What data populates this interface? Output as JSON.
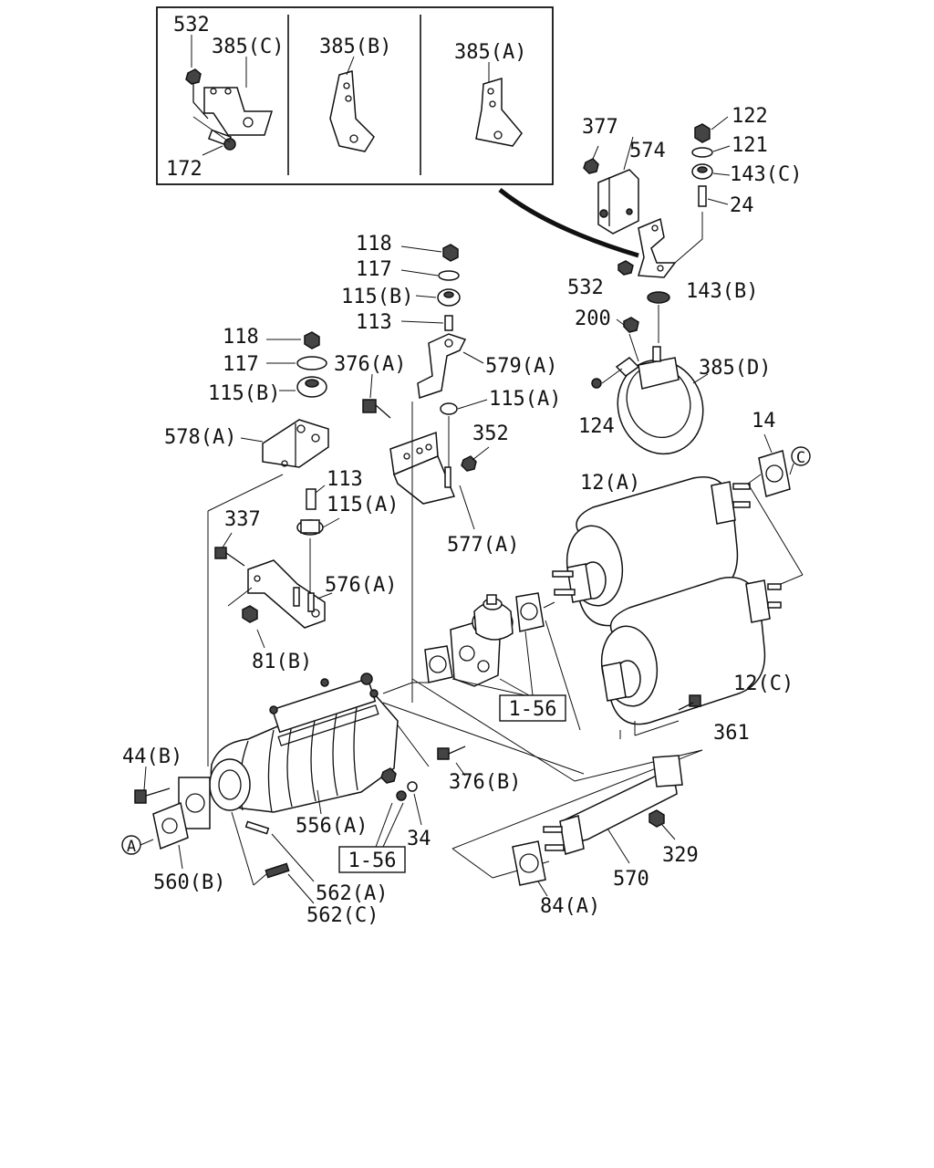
{
  "labels": {
    "l532_top": "532",
    "l385c": "385(C)",
    "l385b": "385(B)",
    "l385a": "385(A)",
    "l172": "172",
    "l377": "377",
    "l574": "574",
    "l122": "122",
    "l121": "121",
    "l143c": "143(C)",
    "l24": "24",
    "l532_mid": "532",
    "l143b": "143(B)",
    "l200": "200",
    "l385d": "385(D)",
    "l124": "124",
    "l118_a": "118",
    "l117_a": "117",
    "l115b_a": "115(B)",
    "l113_a": "113",
    "l579a": "579(A)",
    "l376a": "376(A)",
    "l115a_a": "115(A)",
    "l352": "352",
    "l577a": "577(A)",
    "l118_b": "118",
    "l117_b": "117",
    "l115b_b": "115(B)",
    "l578a": "578(A)",
    "l113_b": "113",
    "l115a_b": "115(A)",
    "l337": "337",
    "l576a": "576(A)",
    "l81b": "81(B)",
    "l14": "14",
    "l12a": "12(A)",
    "l12c": "12(C)",
    "l361": "361",
    "l156_a": "1-56",
    "l44b": "44(B)",
    "l376b": "376(B)",
    "l556a": "556(A)",
    "l34": "34",
    "l156_b": "1-56",
    "l560b": "560(B)",
    "l562a": "562(A)",
    "l562c": "562(C)",
    "l329": "329",
    "l570": "570",
    "l84a": "84(A)",
    "circA": "A",
    "circC": "C"
  }
}
